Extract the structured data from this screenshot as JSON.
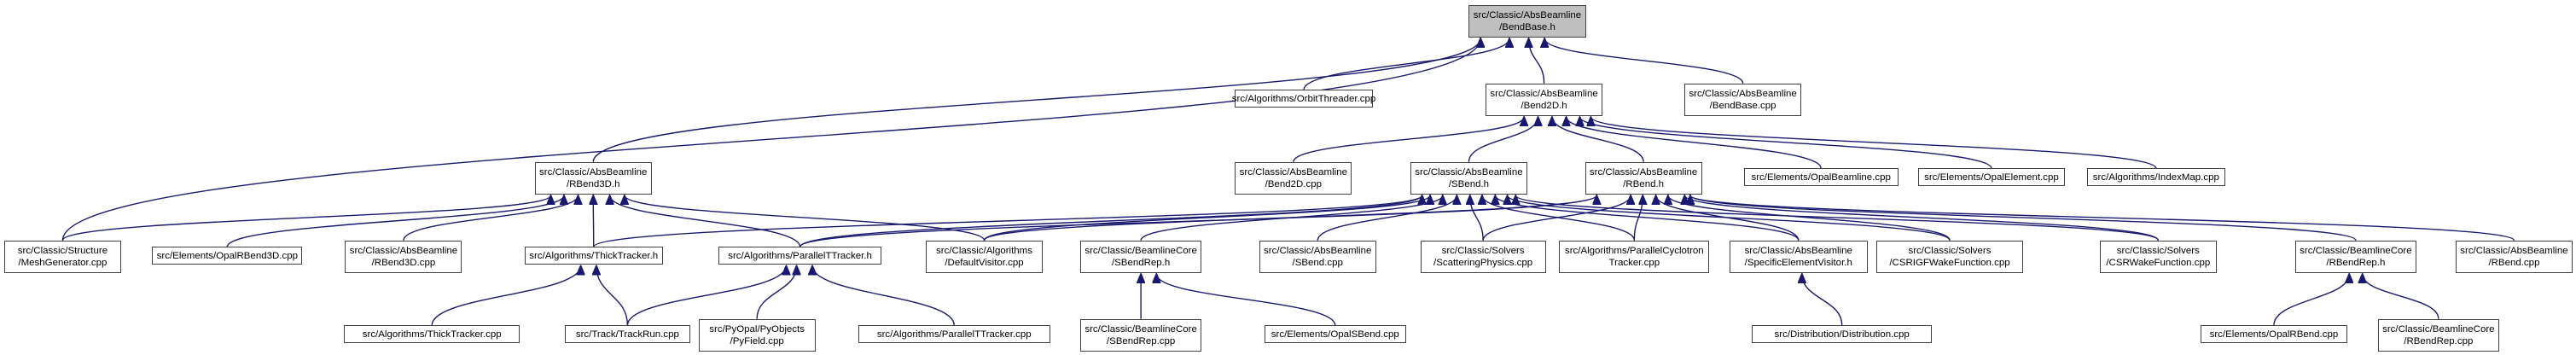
{
  "diagram": {
    "type": "include-dependency-graph",
    "edge_color": "#191970",
    "root_fill": "#bfbfbf",
    "node_fill": "#ffffff",
    "node_border": "#404040",
    "nodes": [
      {
        "id": "bendbase_h",
        "lines": [
          "src/Classic/AbsBeamline",
          "/BendBase.h"
        ],
        "root": true
      },
      {
        "id": "orbitthreader_cpp",
        "lines": [
          "src/Algorithms/OrbitThreader.cpp"
        ]
      },
      {
        "id": "bend2d_h",
        "lines": [
          "src/Classic/AbsBeamline",
          "/Bend2D.h"
        ]
      },
      {
        "id": "bendbase_cpp",
        "lines": [
          "src/Classic/AbsBeamline",
          "/BendBase.cpp"
        ]
      },
      {
        "id": "rbend3d_h",
        "lines": [
          "src/Classic/AbsBeamline",
          "/RBend3D.h"
        ]
      },
      {
        "id": "bend2d_cpp",
        "lines": [
          "src/Classic/AbsBeamline",
          "/Bend2D.cpp"
        ]
      },
      {
        "id": "sbend_h",
        "lines": [
          "src/Classic/AbsBeamline",
          "/SBend.h"
        ]
      },
      {
        "id": "rbend_h",
        "lines": [
          "src/Classic/AbsBeamline",
          "/RBend.h"
        ]
      },
      {
        "id": "opalbeamline_cpp",
        "lines": [
          "src/Elements/OpalBeamline.cpp"
        ]
      },
      {
        "id": "opalelement_cpp",
        "lines": [
          "src/Elements/OpalElement.cpp"
        ]
      },
      {
        "id": "indexmap_cpp",
        "lines": [
          "src/Algorithms/IndexMap.cpp"
        ]
      },
      {
        "id": "meshgenerator_cpp",
        "lines": [
          "src/Classic/Structure",
          "/MeshGenerator.cpp"
        ]
      },
      {
        "id": "opalrbend3d_cpp",
        "lines": [
          "src/Elements/OpalRBend3D.cpp"
        ]
      },
      {
        "id": "rbend3d_cpp",
        "lines": [
          "src/Classic/AbsBeamline",
          "/RBend3D.cpp"
        ]
      },
      {
        "id": "thicktracker_h",
        "lines": [
          "src/Algorithms/ThickTracker.h"
        ]
      },
      {
        "id": "paralleltt_h",
        "lines": [
          "src/Algorithms/ParallelTTracker.h"
        ]
      },
      {
        "id": "defaultvisitor_cpp",
        "lines": [
          "src/Classic/Algorithms",
          "/DefaultVisitor.cpp"
        ]
      },
      {
        "id": "sbendrep_h",
        "lines": [
          "src/Classic/BeamlineCore",
          "/SBendRep.h"
        ]
      },
      {
        "id": "sbend_cpp",
        "lines": [
          "src/Classic/AbsBeamline",
          "/SBend.cpp"
        ]
      },
      {
        "id": "scattering_cpp",
        "lines": [
          "src/Classic/Solvers",
          "/ScatteringPhysics.cpp"
        ]
      },
      {
        "id": "parallelcyc_cpp",
        "lines": [
          "src/Algorithms/ParallelCyclotron",
          "Tracker.cpp"
        ]
      },
      {
        "id": "specificvisitor_h",
        "lines": [
          "src/Classic/AbsBeamline",
          "/SpecificElementVisitor.h"
        ]
      },
      {
        "id": "csrigf_cpp",
        "lines": [
          "src/Classic/Solvers",
          "/CSRIGFWakeFunction.cpp"
        ]
      },
      {
        "id": "csrwake_cpp",
        "lines": [
          "src/Classic/Solvers",
          "/CSRWakeFunction.cpp"
        ]
      },
      {
        "id": "rbendrep_h",
        "lines": [
          "src/Classic/BeamlineCore",
          "/RBendRep.h"
        ]
      },
      {
        "id": "rbend_cpp",
        "lines": [
          "src/Classic/AbsBeamline",
          "/RBend.cpp"
        ]
      },
      {
        "id": "thicktracker_cpp",
        "lines": [
          "src/Algorithms/ThickTracker.cpp"
        ]
      },
      {
        "id": "trackrun_cpp",
        "lines": [
          "src/Track/TrackRun.cpp"
        ]
      },
      {
        "id": "pyfield_cpp",
        "lines": [
          "src/PyOpal/PyObjects",
          "/PyField.cpp"
        ]
      },
      {
        "id": "paralleltt_cpp",
        "lines": [
          "src/Algorithms/ParallelTTracker.cpp"
        ]
      },
      {
        "id": "sbendrep_cpp",
        "lines": [
          "src/Classic/BeamlineCore",
          "/SBendRep.cpp"
        ]
      },
      {
        "id": "opalsbend_cpp",
        "lines": [
          "src/Elements/OpalSBend.cpp"
        ]
      },
      {
        "id": "distribution_cpp",
        "lines": [
          "src/Distribution/Distribution.cpp"
        ]
      },
      {
        "id": "opalrbend_cpp",
        "lines": [
          "src/Elements/OpalRBend.cpp"
        ]
      },
      {
        "id": "rbendrep_cpp",
        "lines": [
          "src/Classic/BeamlineCore",
          "/RBendRep.cpp"
        ]
      }
    ],
    "edges": [
      [
        "orbitthreader_cpp",
        "bendbase_h"
      ],
      [
        "bend2d_h",
        "bendbase_h"
      ],
      [
        "bendbase_cpp",
        "bendbase_h"
      ],
      [
        "rbend3d_h",
        "bendbase_h"
      ],
      [
        "meshgenerator_cpp",
        "bendbase_h"
      ],
      [
        "bend2d_cpp",
        "bend2d_h"
      ],
      [
        "sbend_h",
        "bend2d_h"
      ],
      [
        "rbend_h",
        "bend2d_h"
      ],
      [
        "opalbeamline_cpp",
        "bend2d_h"
      ],
      [
        "opalelement_cpp",
        "bend2d_h"
      ],
      [
        "indexmap_cpp",
        "bend2d_h"
      ],
      [
        "meshgenerator_cpp",
        "rbend3d_h"
      ],
      [
        "opalrbend3d_cpp",
        "rbend3d_h"
      ],
      [
        "rbend3d_cpp",
        "rbend3d_h"
      ],
      [
        "thicktracker_h",
        "rbend3d_h"
      ],
      [
        "paralleltt_h",
        "rbend3d_h"
      ],
      [
        "defaultvisitor_cpp",
        "rbend3d_h"
      ],
      [
        "thicktracker_h",
        "sbend_h"
      ],
      [
        "paralleltt_h",
        "sbend_h"
      ],
      [
        "defaultvisitor_cpp",
        "sbend_h"
      ],
      [
        "sbendrep_h",
        "sbend_h"
      ],
      [
        "sbend_cpp",
        "sbend_h"
      ],
      [
        "scattering_cpp",
        "sbend_h"
      ],
      [
        "parallelcyc_cpp",
        "sbend_h"
      ],
      [
        "specificvisitor_h",
        "sbend_h"
      ],
      [
        "csrigf_cpp",
        "sbend_h"
      ],
      [
        "csrwake_cpp",
        "sbend_h"
      ],
      [
        "paralleltt_h",
        "rbend_h"
      ],
      [
        "defaultvisitor_cpp",
        "rbend_h"
      ],
      [
        "scattering_cpp",
        "rbend_h"
      ],
      [
        "parallelcyc_cpp",
        "rbend_h"
      ],
      [
        "specificvisitor_h",
        "rbend_h"
      ],
      [
        "csrigf_cpp",
        "rbend_h"
      ],
      [
        "csrwake_cpp",
        "rbend_h"
      ],
      [
        "rbendrep_h",
        "rbend_h"
      ],
      [
        "rbend_cpp",
        "rbend_h"
      ],
      [
        "thicktracker_cpp",
        "thicktracker_h"
      ],
      [
        "trackrun_cpp",
        "thicktracker_h"
      ],
      [
        "trackrun_cpp",
        "paralleltt_h"
      ],
      [
        "pyfield_cpp",
        "paralleltt_h"
      ],
      [
        "paralleltt_cpp",
        "paralleltt_h"
      ],
      [
        "sbendrep_cpp",
        "sbendrep_h"
      ],
      [
        "opalsbend_cpp",
        "sbendrep_h"
      ],
      [
        "distribution_cpp",
        "specificvisitor_h"
      ],
      [
        "opalrbend_cpp",
        "rbendrep_h"
      ],
      [
        "rbendrep_cpp",
        "rbendrep_h"
      ]
    ]
  }
}
